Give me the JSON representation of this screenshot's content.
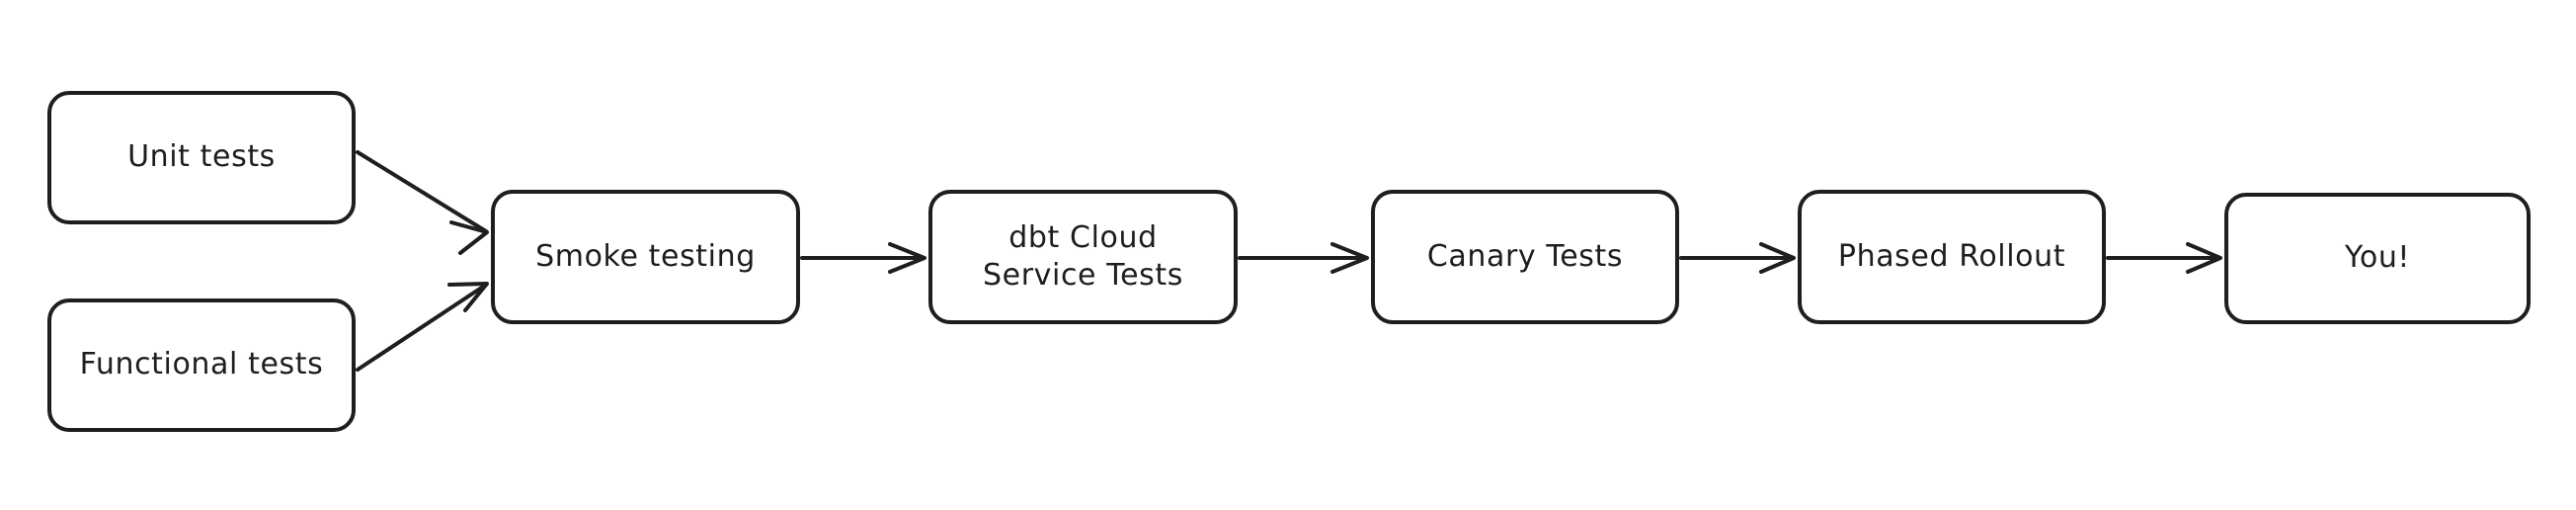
{
  "diagram": {
    "type": "flowchart",
    "orientation": "left-to-right",
    "style": "hand-drawn",
    "background_color": "#ffffff",
    "stroke_color": "#1e1e1e",
    "text_color": "#1e1e1e",
    "nodes": [
      {
        "id": "unit-tests",
        "label": "Unit tests"
      },
      {
        "id": "functional-tests",
        "label": "Functional tests"
      },
      {
        "id": "smoke-testing",
        "label": "Smoke testing"
      },
      {
        "id": "dbt-cloud-service-tests",
        "label": "dbt Cloud\nService Tests"
      },
      {
        "id": "canary-tests",
        "label": "Canary Tests"
      },
      {
        "id": "phased-rollout",
        "label": "Phased Rollout"
      },
      {
        "id": "you",
        "label": "You!"
      }
    ],
    "edges": [
      {
        "from": "unit-tests",
        "to": "smoke-testing",
        "shape": "diagonal-down"
      },
      {
        "from": "functional-tests",
        "to": "smoke-testing",
        "shape": "diagonal-up"
      },
      {
        "from": "smoke-testing",
        "to": "dbt-cloud-service-tests",
        "shape": "straight"
      },
      {
        "from": "dbt-cloud-service-tests",
        "to": "canary-tests",
        "shape": "straight"
      },
      {
        "from": "canary-tests",
        "to": "phased-rollout",
        "shape": "straight"
      },
      {
        "from": "phased-rollout",
        "to": "you",
        "shape": "straight"
      }
    ]
  }
}
